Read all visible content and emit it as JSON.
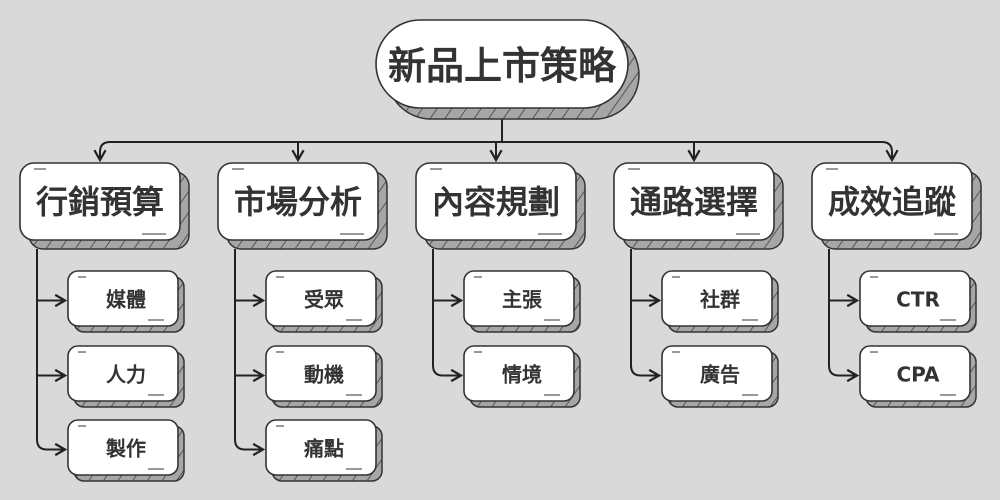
{
  "root": {
    "label": "新品上市策略"
  },
  "branches": [
    {
      "label": "行銷預算",
      "children": [
        "媒體",
        "人力",
        "製作"
      ]
    },
    {
      "label": "市場分析",
      "children": [
        "受眾",
        "動機",
        "痛點"
      ]
    },
    {
      "label": "內容規劃",
      "children": [
        "主張",
        "情境"
      ]
    },
    {
      "label": "通路選擇",
      "children": [
        "社群",
        "廣告"
      ]
    },
    {
      "label": "成效追蹤",
      "children": [
        "CTR",
        "CPA"
      ]
    }
  ],
  "colors": {
    "background": "#d9d9d9",
    "box_fill": "#ffffff",
    "stroke": "#333333",
    "shadow": "#a6a6a6",
    "text": "#333333"
  }
}
